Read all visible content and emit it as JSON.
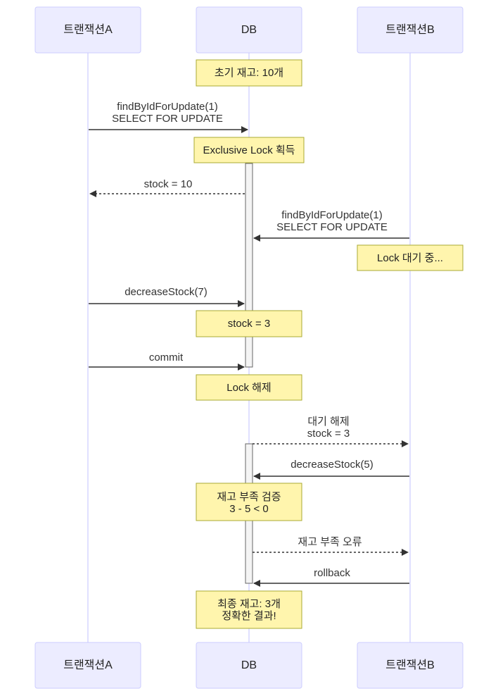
{
  "participants": {
    "a": "트랜잭션A",
    "db": "DB",
    "b": "트랜잭션B"
  },
  "notes": {
    "initial_stock": "초기 재고: 10개",
    "lock_acquire": "Exclusive Lock 획득",
    "lock_wait": "Lock 대기 중...",
    "stock_after_a": "stock = 3",
    "lock_release": "Lock 해제",
    "check_line1": "재고 부족 검증",
    "check_line2": "3 - 5 < 0",
    "final_line1": "최종 재고: 3개",
    "final_line2": "정확한 결과!"
  },
  "messages": {
    "a_select_line1": "findByIdForUpdate(1)",
    "a_select_line2": "SELECT FOR UPDATE",
    "db_return_stock": "stock = 10",
    "b_select_line1": "findByIdForUpdate(1)",
    "b_select_line2": "SELECT FOR UPDATE",
    "a_decrease": "decreaseStock(7)",
    "a_commit": "commit",
    "db_release_line1": "대기 해제",
    "db_release_line2": "stock = 3",
    "b_decrease": "decreaseStock(5)",
    "db_error": "재고 부족 오류",
    "b_rollback": "rollback"
  }
}
